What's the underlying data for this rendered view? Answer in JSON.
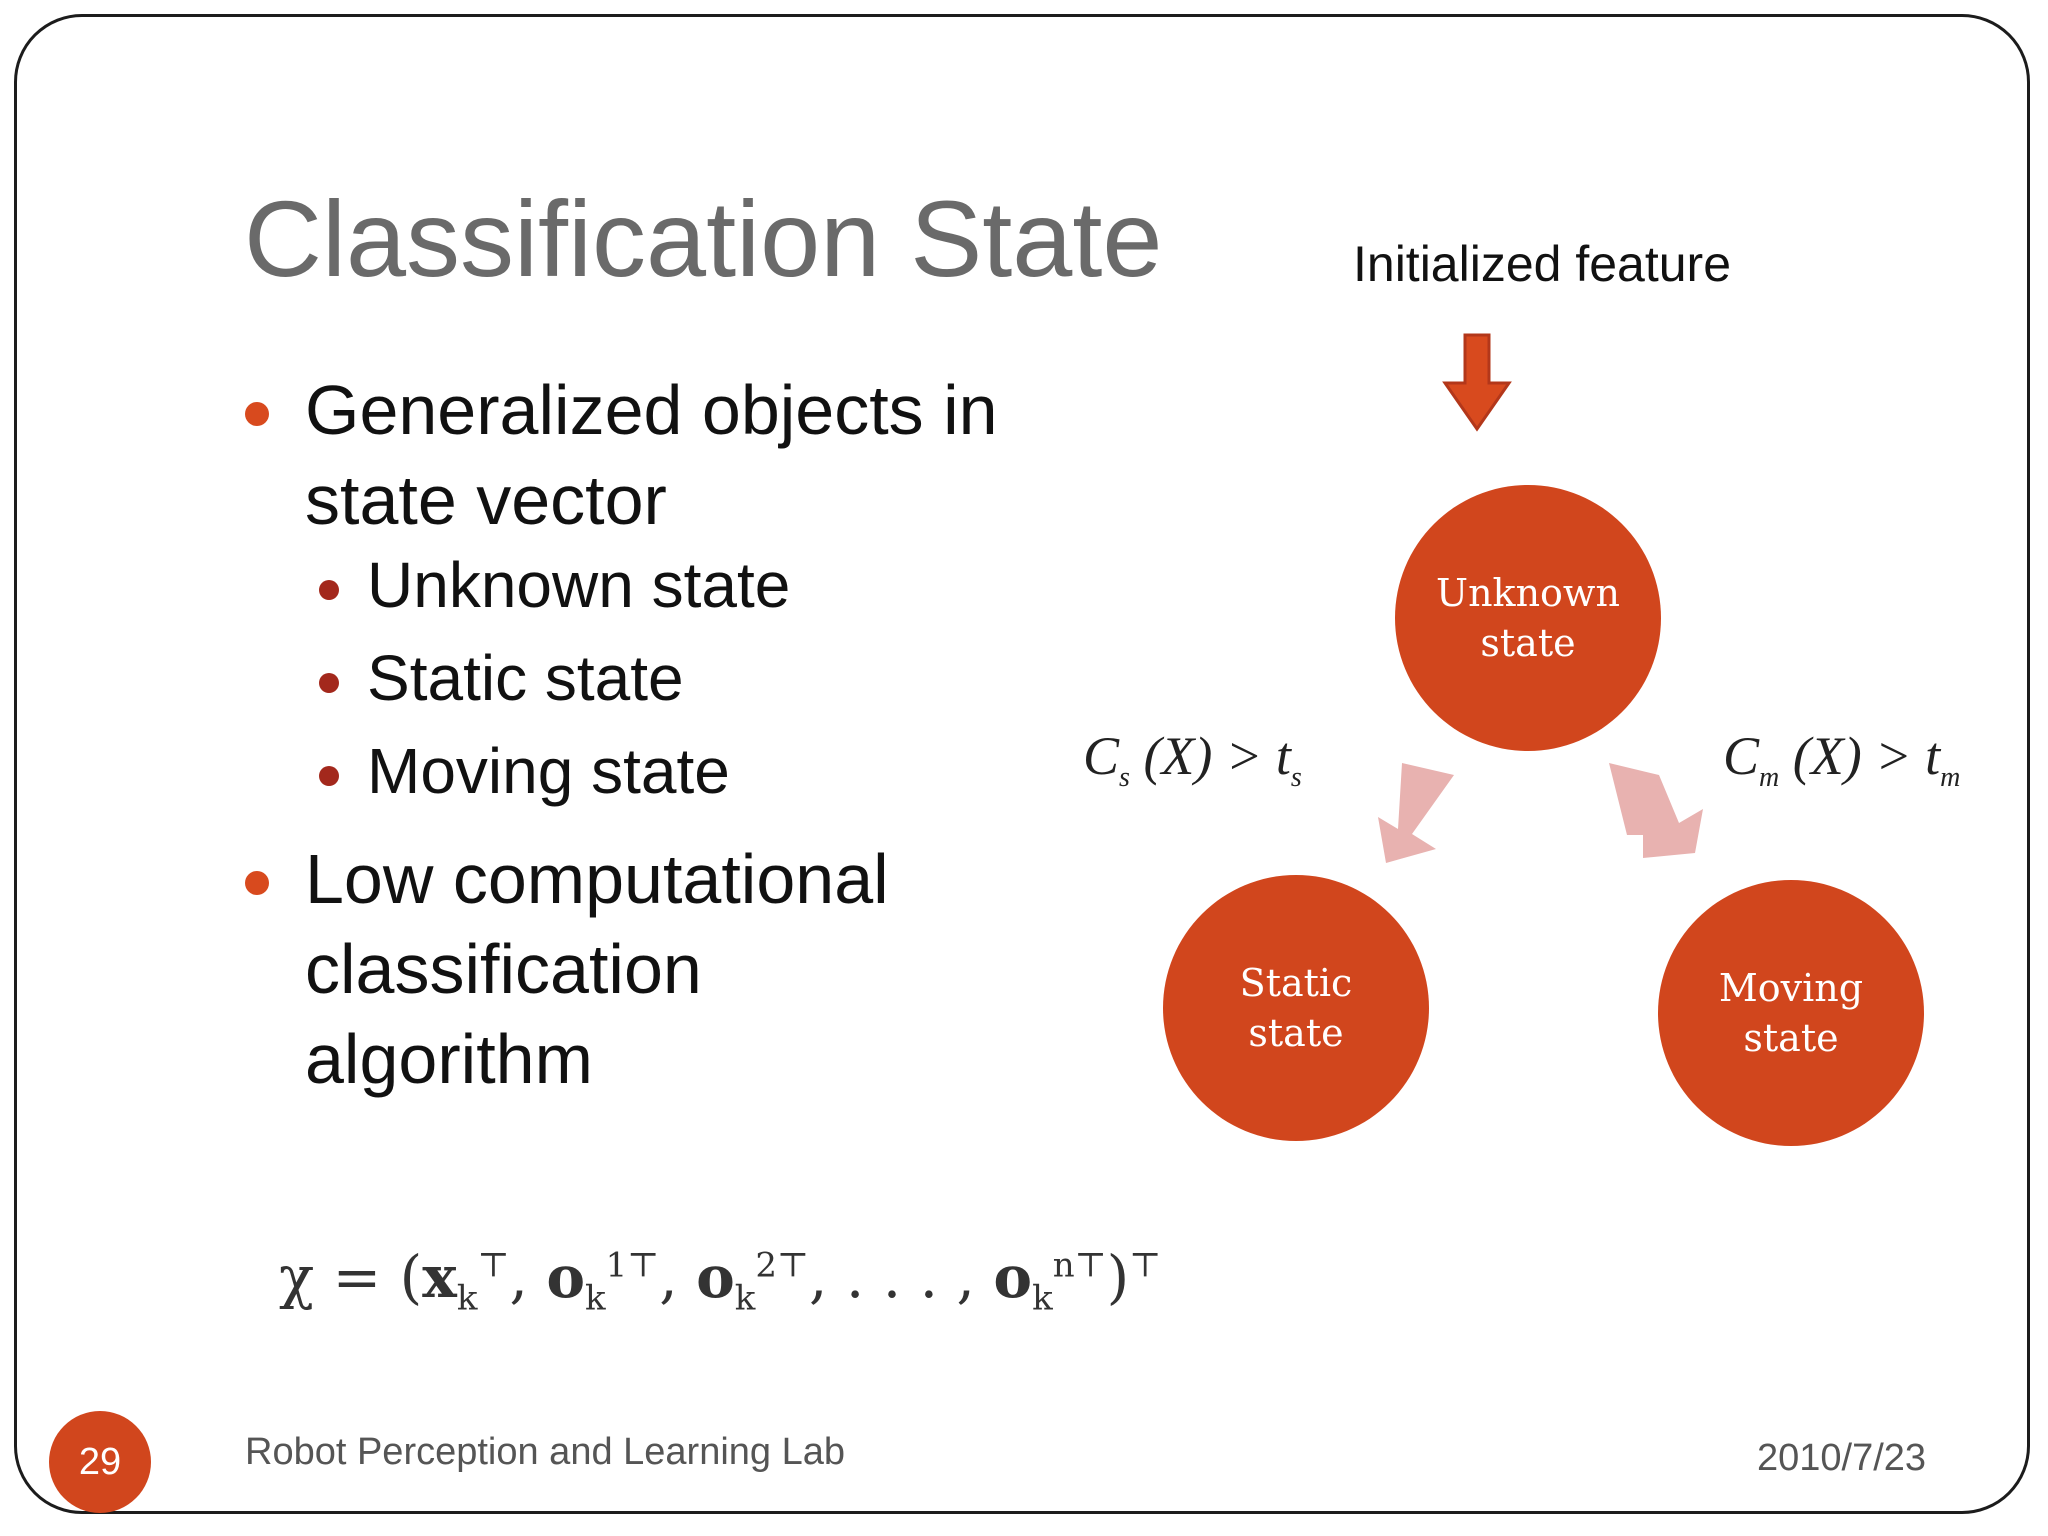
{
  "slide": {
    "title": "Classification State",
    "bullets": [
      {
        "line1": "Generalized objects in",
        "line2": "state vector"
      },
      {
        "line1": "Low computational",
        "line2": "classification",
        "line3": "algorithm"
      }
    ],
    "sub_bullets": [
      "Unknown state",
      "Static state",
      "Moving state"
    ],
    "formula": {
      "lhs": "χ = (",
      "x": "x",
      "o": "o",
      "k": "k",
      "T": "⊤",
      "i1": "1",
      "i2": "2",
      "in": "n",
      "sep": ",",
      "dots": ", . . . ,",
      "close": ")"
    }
  },
  "diagram": {
    "input_label": "Initialized feature",
    "nodes": {
      "unknown": {
        "line1": "Unknown",
        "line2": "state"
      },
      "static": {
        "line1": "Static",
        "line2": "state"
      },
      "moving": {
        "line1": "Moving",
        "line2": "state"
      }
    },
    "conditions": {
      "static": {
        "C": "C",
        "sub": "s",
        "mid": "(X) >",
        "t": "t",
        "tsub": "s"
      },
      "moving": {
        "C": "C",
        "sub": "m",
        "mid": "(X) >",
        "t": "t",
        "tsub": "m"
      }
    },
    "colors": {
      "node_fill": "#d1461d",
      "input_arrow": "#d84a1e",
      "transition_arrow": "#e8b2b0"
    }
  },
  "footer": {
    "page_number": "29",
    "lab": "Robot Perception and Learning Lab",
    "date": "2010/7/23"
  }
}
